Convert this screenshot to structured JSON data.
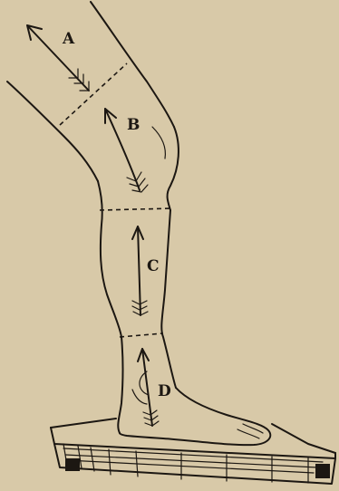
{
  "figure": {
    "zone_labels": {
      "a": "A",
      "b": "B",
      "c": "C",
      "d": "D"
    },
    "colors": {
      "paper": "#d8c9a8",
      "ink": "#1c1712"
    }
  }
}
